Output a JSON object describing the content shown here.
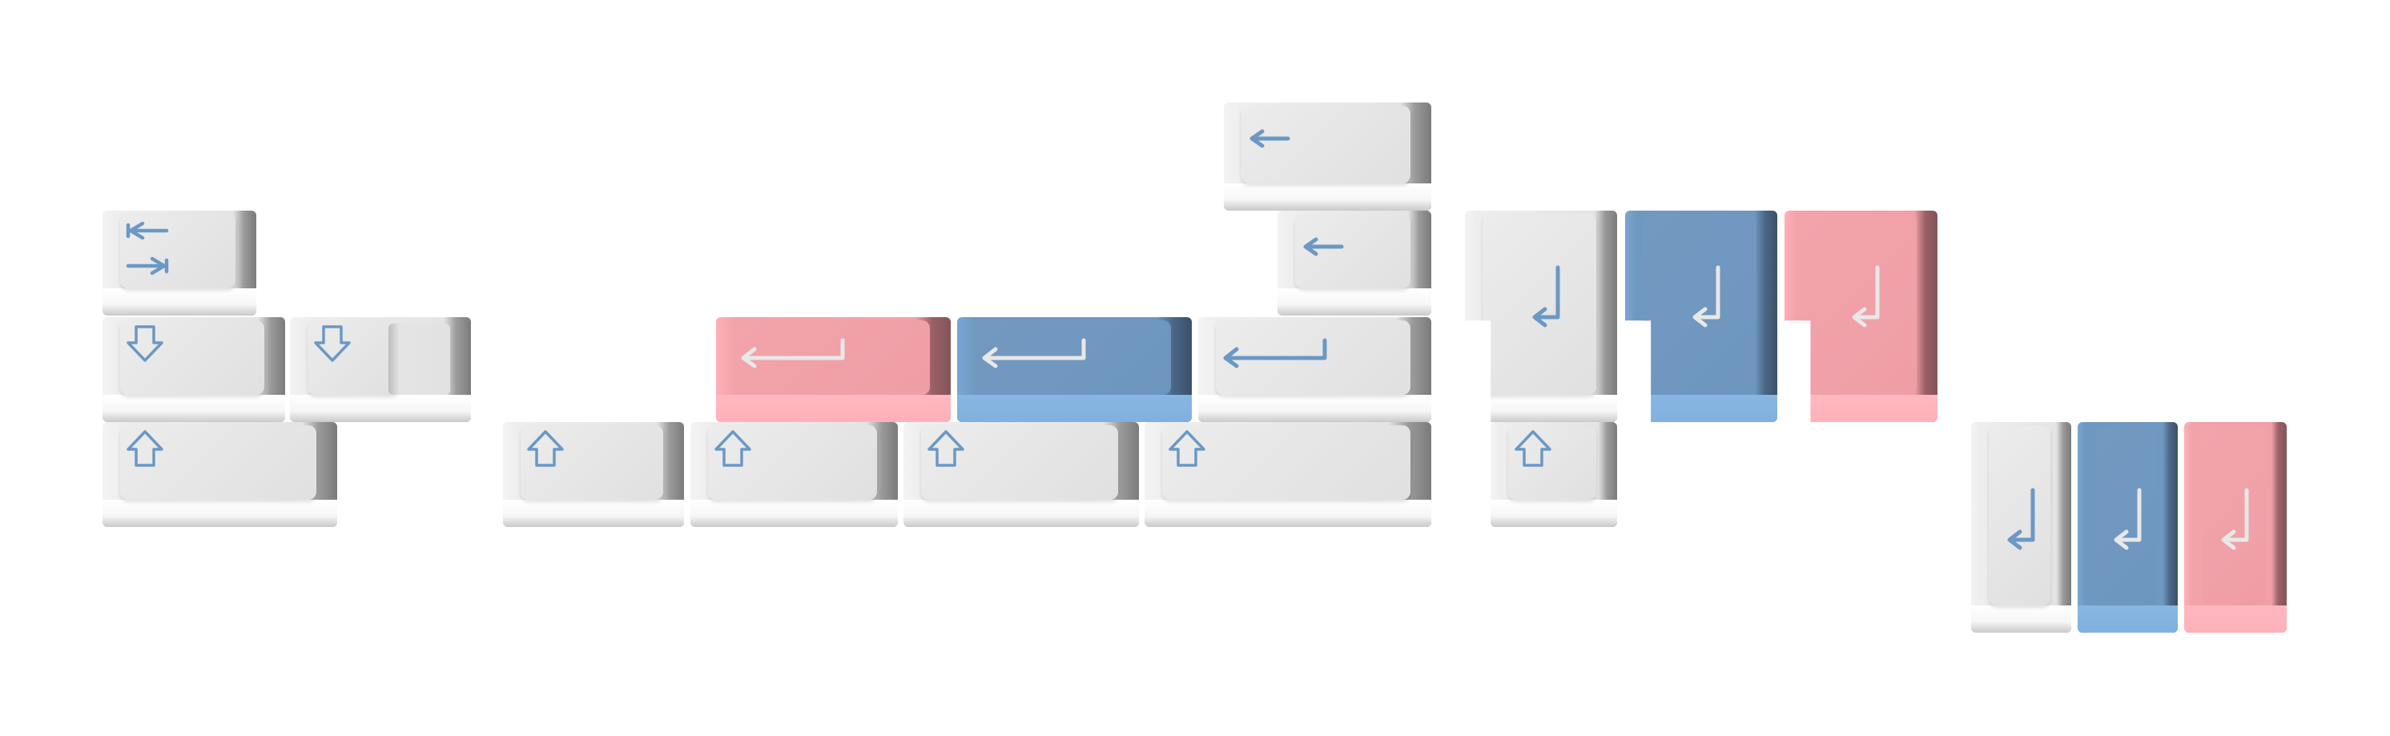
{
  "colors": {
    "white_cap": "#e6e6e6",
    "blue_cap": "#6f98c0",
    "pink_cap": "#f1a0a7",
    "blue_legend": "#6b98c4",
    "light_legend": "#e8e8e8"
  },
  "keycaps": [
    {
      "name": "tab-key",
      "color": "white",
      "icon": "tab-icon"
    },
    {
      "name": "caps-down-key",
      "color": "white",
      "icon": "down-arrow-icon"
    },
    {
      "name": "stepped-caps-down-key",
      "color": "white",
      "icon": "down-arrow-icon"
    },
    {
      "name": "left-shift-key",
      "color": "white",
      "icon": "shift-icon"
    },
    {
      "name": "shift-key-1",
      "color": "white",
      "icon": "shift-icon"
    },
    {
      "name": "shift-key-2",
      "color": "white",
      "icon": "shift-icon"
    },
    {
      "name": "shift-key-3",
      "color": "white",
      "icon": "shift-icon"
    },
    {
      "name": "shift-key-4",
      "color": "white",
      "icon": "shift-icon"
    },
    {
      "name": "enter-key-pink",
      "color": "pink",
      "icon": "enter-icon"
    },
    {
      "name": "enter-key-blue",
      "color": "blue",
      "icon": "enter-icon"
    },
    {
      "name": "enter-key-white",
      "color": "white",
      "icon": "enter-icon"
    },
    {
      "name": "backspace-key-2u",
      "color": "white",
      "icon": "backspace-icon"
    },
    {
      "name": "backspace-key-1-5u",
      "color": "white",
      "icon": "backspace-icon"
    },
    {
      "name": "iso-enter-key-white",
      "color": "white",
      "icon": "return-icon"
    },
    {
      "name": "iso-enter-key-blue",
      "color": "blue",
      "icon": "return-icon"
    },
    {
      "name": "iso-enter-key-pink",
      "color": "pink",
      "icon": "return-icon"
    },
    {
      "name": "short-shift-key",
      "color": "white",
      "icon": "shift-icon"
    },
    {
      "name": "vertical-enter-key-white",
      "color": "white",
      "icon": "return-icon"
    },
    {
      "name": "vertical-enter-key-blue",
      "color": "blue",
      "icon": "return-icon"
    },
    {
      "name": "vertical-enter-key-pink",
      "color": "pink",
      "icon": "return-icon"
    }
  ]
}
